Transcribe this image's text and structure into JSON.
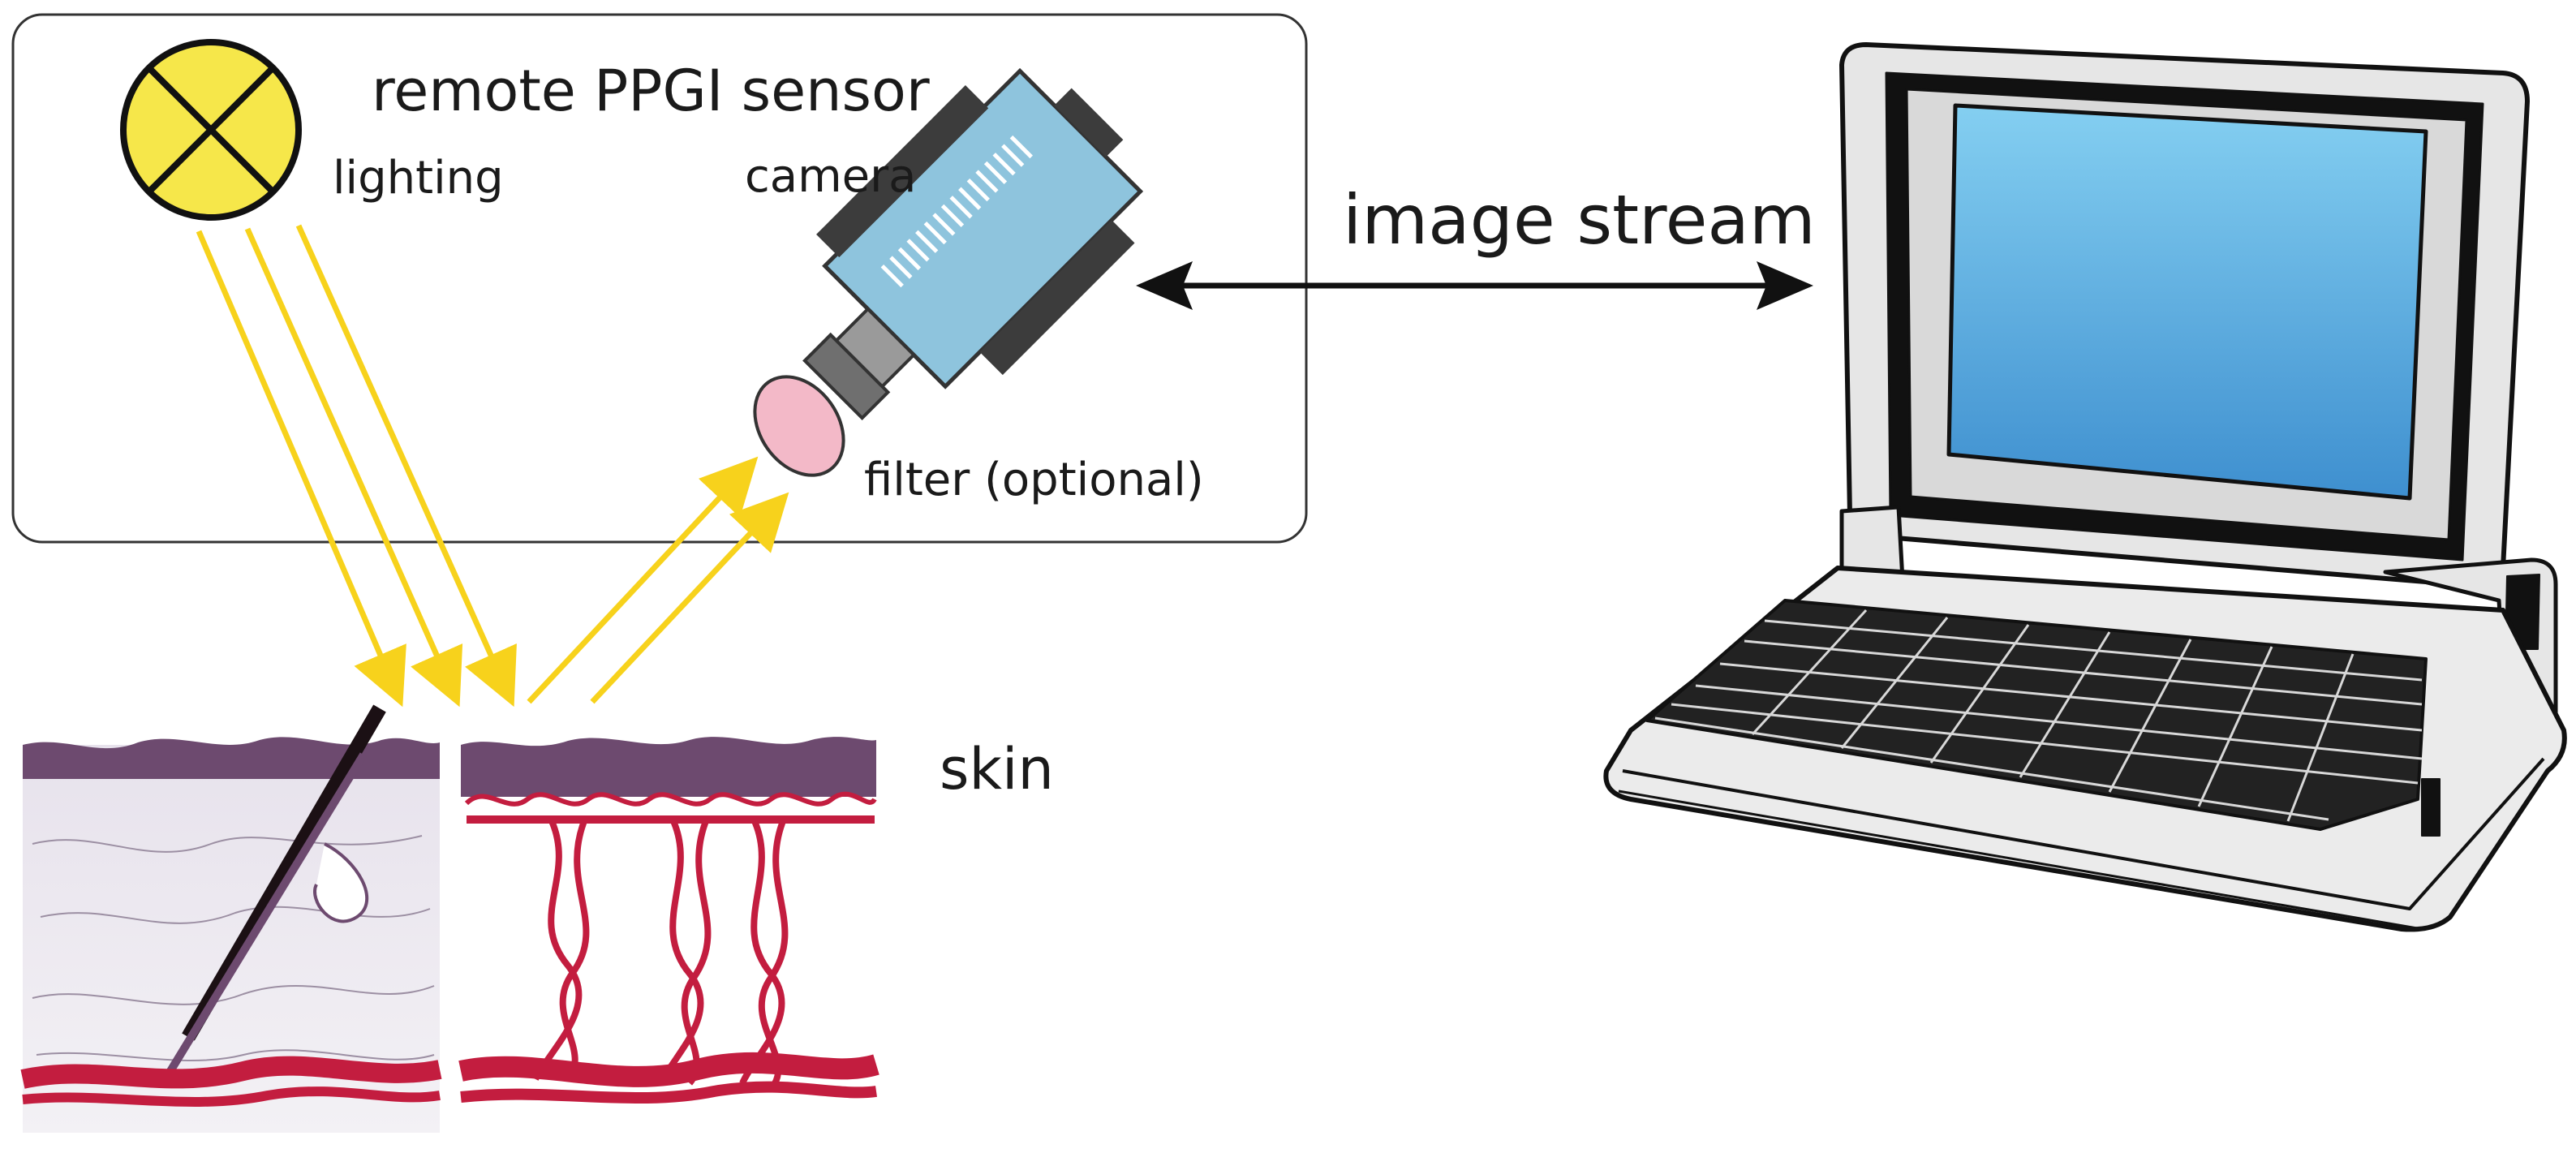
{
  "sensor_box": {
    "title": "remote PPGI sensor"
  },
  "labels": {
    "lighting": "lighting",
    "camera": "camera",
    "filter": "filter (optional)",
    "skin": "skin",
    "stream": "image stream"
  },
  "colors": {
    "light_beam": "#f7d21c",
    "lamp_fill": "#f6e74a",
    "camera_body": "#8ec4dd",
    "filter_fill": "#f3b9c8",
    "screen_top": "#84cff1",
    "screen_bottom": "#3e8fcf",
    "vessel": "#c31d3f",
    "epidermis": "#6d4a6f"
  },
  "icons": [
    "lamp-icon",
    "camera-icon",
    "filter-icon",
    "laptop-icon"
  ]
}
